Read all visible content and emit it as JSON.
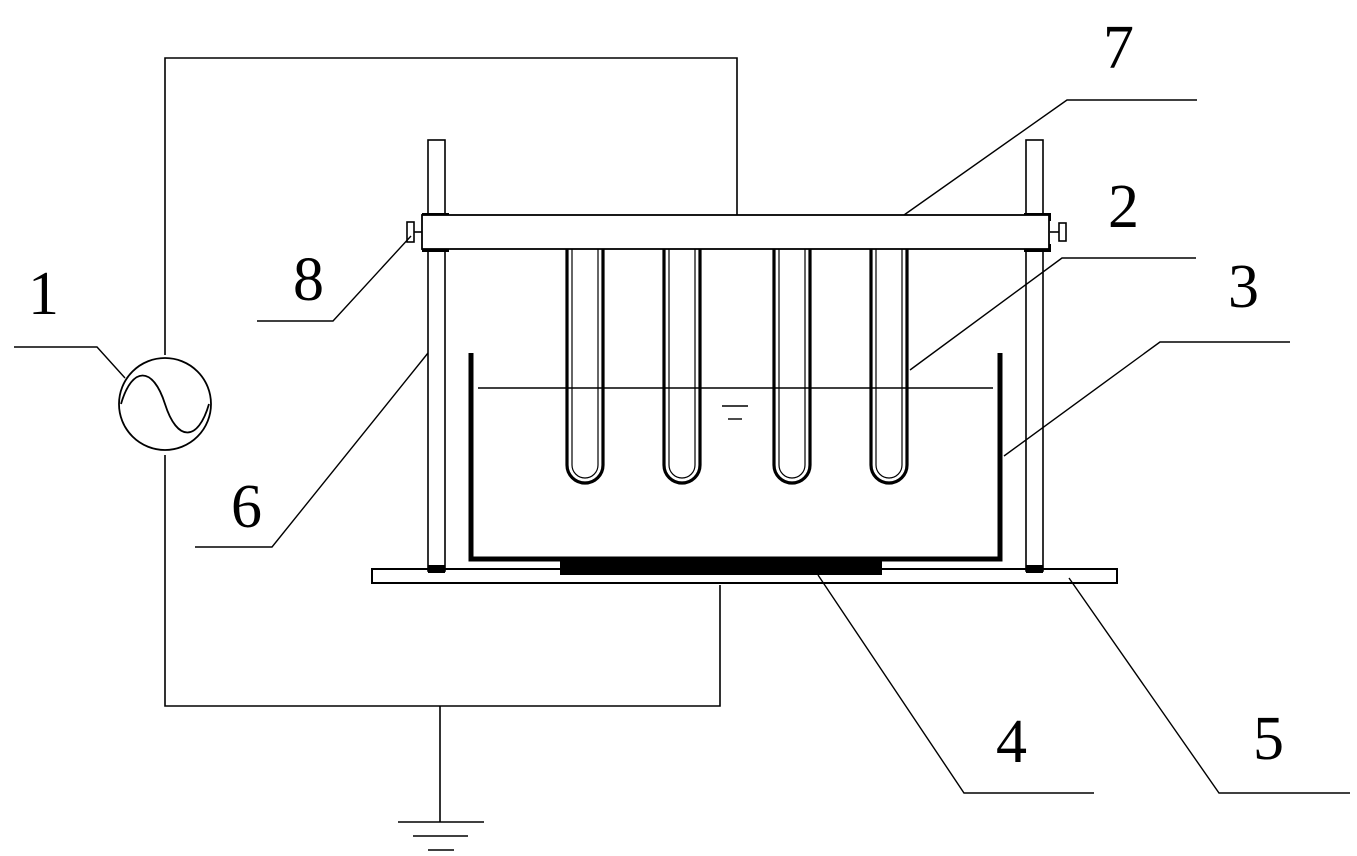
{
  "figure": {
    "labels": {
      "ac_source": "1",
      "sample_tubes": "2",
      "water_tank": "3",
      "bottom_electrode": "4",
      "insulating_base": "5",
      "support_rod": "6",
      "high_voltage_bar": "7",
      "adjusting_screw": "8"
    },
    "colors": {
      "line": "#000000",
      "background": "#ffffff"
    }
  }
}
